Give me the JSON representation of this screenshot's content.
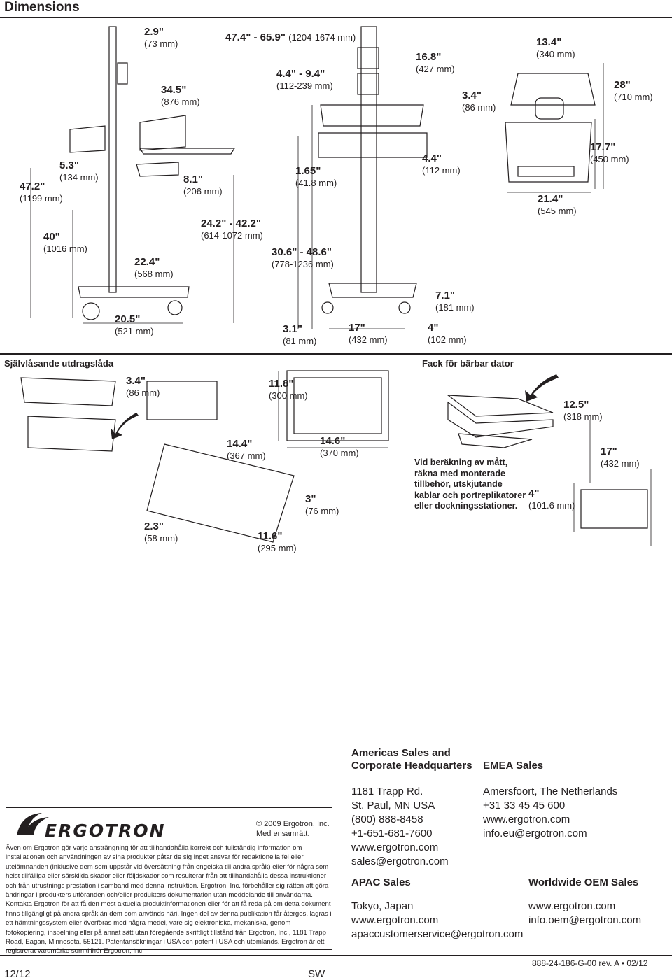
{
  "page_title": "Dimensions",
  "sections": {
    "drawer": "Självlåsande utdragslåda",
    "laptop": "Fack för bärbar dator"
  },
  "dims": {
    "d1": {
      "in": "2.9\"",
      "mm": "(73 mm)"
    },
    "d2": {
      "in": "34.5\"",
      "mm": "(876 mm)"
    },
    "d3": {
      "in": "47.4\" - 65.9\"",
      "mm": "(1204-1674 mm)"
    },
    "d4": {
      "in": "4.4\" - 9.4\"",
      "mm": "(112-239 mm)"
    },
    "d5": {
      "in": "16.8\"",
      "mm": "(427 mm)"
    },
    "d6": {
      "in": "3.4\"",
      "mm": "(86 mm)"
    },
    "d7": {
      "in": "13.4\"",
      "mm": "(340 mm)"
    },
    "d8": {
      "in": "28\"",
      "mm": "(710 mm)"
    },
    "d9": {
      "in": "47.2\"",
      "mm": "(1199 mm)"
    },
    "d10": {
      "in": "5.3\"",
      "mm": "(134 mm)"
    },
    "d11": {
      "in": "8.1\"",
      "mm": "(206 mm)"
    },
    "d12": {
      "in": "1.65\"",
      "mm": "(41.8 mm)"
    },
    "d13": {
      "in": "4.4\"",
      "mm": "(112 mm)"
    },
    "d14": {
      "in": "17.7\"",
      "mm": "(450 mm)"
    },
    "d15": {
      "in": "21.4\"",
      "mm": "(545 mm)"
    },
    "d16": {
      "in": "24.2\" - 42.2\"",
      "mm": "(614-1072 mm)"
    },
    "d17": {
      "in": "40\"",
      "mm": "(1016 mm)"
    },
    "d18": {
      "in": "30.6\" - 48.6\"",
      "mm": "(778-1236 mm)"
    },
    "d19": {
      "in": "22.4\"",
      "mm": "(568 mm)"
    },
    "d20": {
      "in": "7.1\"",
      "mm": "(181 mm)"
    },
    "d21": {
      "in": "20.5\"",
      "mm": "(521 mm)"
    },
    "d22": {
      "in": "3.1\"",
      "mm": "(81 mm)"
    },
    "d23": {
      "in": "17\"",
      "mm": "(432 mm)"
    },
    "d24": {
      "in": "4\"",
      "mm": "(102 mm)"
    },
    "d25": {
      "in": "3.4\"",
      "mm": "(86 mm)"
    },
    "d26": {
      "in": "11.8\"",
      "mm": "(300 mm)"
    },
    "d27": {
      "in": "12.5\"",
      "mm": "(318 mm)"
    },
    "d28": {
      "in": "14.4\"",
      "mm": "(367 mm)"
    },
    "d29": {
      "in": "14.6\"",
      "mm": "(370 mm)"
    },
    "d30": {
      "in": "17\"",
      "mm": "(432 mm)"
    },
    "d31": {
      "in": "3\"",
      "mm": "(76 mm)"
    },
    "d32": {
      "in": "4\"",
      "mm": "(101.6 mm)"
    },
    "d33": {
      "in": "2.3\"",
      "mm": "(58 mm)"
    },
    "d34": {
      "in": "11.6\"",
      "mm": "(295 mm)"
    }
  },
  "note": "Vid beräkning av mått, räkna med monterade tillbehör, utskjutande kablar och portreplikatorer eller dockningsstationer.",
  "contacts": {
    "americas": {
      "heading1": "Americas Sales and",
      "heading2": "Corporate Headquarters",
      "lines": [
        "1181 Trapp Rd.",
        "St. Paul, MN USA",
        "(800) 888-8458",
        "+1-651-681-7600",
        "www.ergotron.com",
        "sales@ergotron.com"
      ]
    },
    "emea": {
      "heading": "EMEA Sales",
      "lines": [
        "Amersfoort, The Netherlands",
        "+31 33 45 45 600",
        "www.ergotron.com",
        "info.eu@ergotron.com"
      ]
    },
    "apac": {
      "heading": "APAC Sales",
      "lines": [
        "Tokyo, Japan",
        "www.ergotron.com",
        "apaccustomerservice@ergotron.com"
      ]
    },
    "oem": {
      "heading": "Worldwide OEM Sales",
      "lines": [
        "www.ergotron.com",
        "info.oem@ergotron.com"
      ]
    }
  },
  "logo": "ERGOTRON",
  "copyright1": "© 2009 Ergotron, Inc.",
  "copyright2": "Med ensamrätt.",
  "legal": "Även om Ergotron gör varje ansträngning för att tillhandahålla korrekt och fullständig information om installationen och användningen av sina produkter påtar de sig inget ansvar för redaktionella fel eller utelämnanden (inklusive dem som uppstår vid översättning från engelska till andra språk) eller för några som helst tillfälliga eller särskilda skador eller följdskador som resulterar från att tillhandahålla dessa instruktioner och från utrustnings prestation i samband med denna instruktion. Ergotron, Inc. förbehåller sig rätten att göra ändringar i produkters utföranden och/eller produkters dokumentation utan meddelande till användarna. Kontakta Ergotron för att få den mest aktuella produktinformationen eller för att få reda på om detta dokument finns tillgängligt på andra språk än dem som används häri. Ingen del av denna publikation får återges, lagras i ett hämtningssystem eller överföras med några medel, vare sig elektroniska, mekaniska, genom fotokopiering, inspelning eller på annat sätt utan föregående skriftligt tillstånd från Ergotron, Inc., 1181 Trapp Road, Eagan, Minnesota, 55121. Patentansökningar i USA och patent i USA och utomlands. Ergotron är ett registrerat varumärke som tillhör Ergotron, Inc.",
  "footer": {
    "page": "12/12",
    "lang": "SW",
    "doc": "888-24-186-G-00 rev. A • 02/12"
  }
}
